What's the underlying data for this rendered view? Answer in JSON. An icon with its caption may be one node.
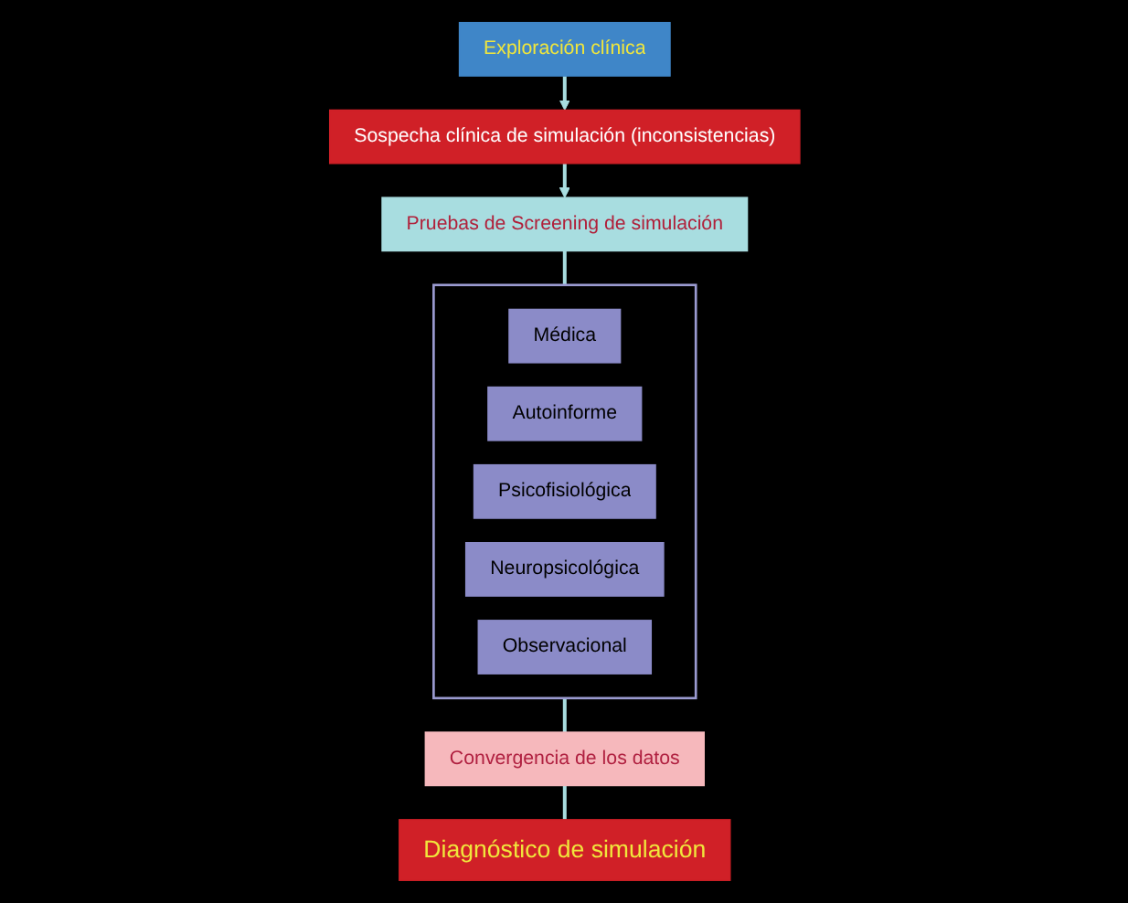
{
  "diagram": {
    "nodes": [
      {
        "text": [
          "Exploración clínica"
        ]
      },
      {
        "text": [
          "Sospecha clínica de simulación (inconsistencias)"
        ]
      },
      {
        "text": [
          "Pruebas de Screening de simulación"
        ]
      },
      {
        "text": [],
        "shape": "box"
      },
      {
        "text": [
          "Médica"
        ],
        "in": 3
      },
      {
        "text": [
          "Autoinforme"
        ],
        "in": 3
      },
      {
        "text": [
          "Psicofisiológica"
        ],
        "in": 3
      },
      {
        "text": [
          "Neuropsicológica"
        ],
        "in": 3
      },
      {
        "text": [
          "Observacional"
        ],
        "in": 3
      },
      {
        "text": [
          "Convergencia de los datos"
        ]
      },
      {
        "text": [
          "Diagnóstico de simulación"
        ]
      }
    ],
    "edges": [
      {
        "from": 0,
        "to": 1,
        "arrow": "to"
      },
      {
        "from": 1,
        "to": 2,
        "arrow": "to"
      },
      {
        "from": 2,
        "to": 3,
        "arrow": "none"
      },
      {
        "from": 3,
        "to": 9,
        "arrow": "none"
      },
      {
        "from": 9,
        "to": 10,
        "arrow": "none"
      }
    ]
  }
}
